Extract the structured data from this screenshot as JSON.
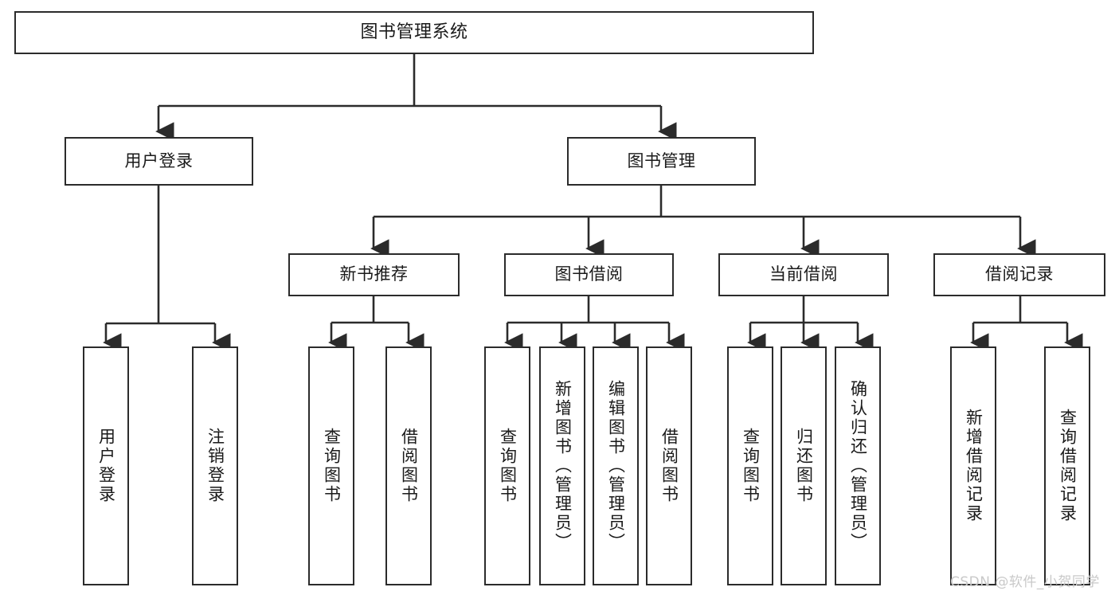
{
  "diagram": {
    "type": "tree",
    "title": "图书管理系统",
    "background_color": "#ffffff",
    "line_color": "#2b2b2b",
    "text_color": "#1a1a1a"
  },
  "nodes": {
    "root": {
      "label": "图书管理系统"
    },
    "level1": [
      {
        "id": "user-login",
        "label": "用户登录"
      },
      {
        "id": "book-management",
        "label": "图书管理"
      }
    ],
    "level2": [
      {
        "id": "new-book-recommend",
        "label": "新书推荐"
      },
      {
        "id": "book-borrow",
        "label": "图书借阅"
      },
      {
        "id": "current-borrow",
        "label": "当前借阅"
      },
      {
        "id": "borrow-record",
        "label": "借阅记录"
      }
    ],
    "leaves": {
      "user_login": [
        {
          "id": "leaf-user-login",
          "label": "用户登录"
        },
        {
          "id": "leaf-logout-login",
          "label": "注销登录"
        }
      ],
      "new_book_recommend": [
        {
          "id": "leaf-query-book-1",
          "label": "查询图书"
        },
        {
          "id": "leaf-borrow-book-1",
          "label": "借阅图书"
        }
      ],
      "book_borrow": [
        {
          "id": "leaf-query-book-2",
          "label": "查询图书"
        },
        {
          "id": "leaf-add-book",
          "label": "新增图书（管理员）"
        },
        {
          "id": "leaf-edit-book",
          "label": "编辑图书（管理员）"
        },
        {
          "id": "leaf-borrow-book-2",
          "label": "借阅图书"
        }
      ],
      "current_borrow": [
        {
          "id": "leaf-query-book-3",
          "label": "查询图书"
        },
        {
          "id": "leaf-return-book",
          "label": "归还图书"
        },
        {
          "id": "leaf-confirm-return",
          "label": "确认归还（管理员）"
        }
      ],
      "borrow_record": [
        {
          "id": "leaf-add-record",
          "label": "新增借阅记录"
        },
        {
          "id": "leaf-query-record",
          "label": "查询借阅记录"
        }
      ]
    }
  },
  "watermark": {
    "text": "CSDN @软件_小贺同学"
  }
}
